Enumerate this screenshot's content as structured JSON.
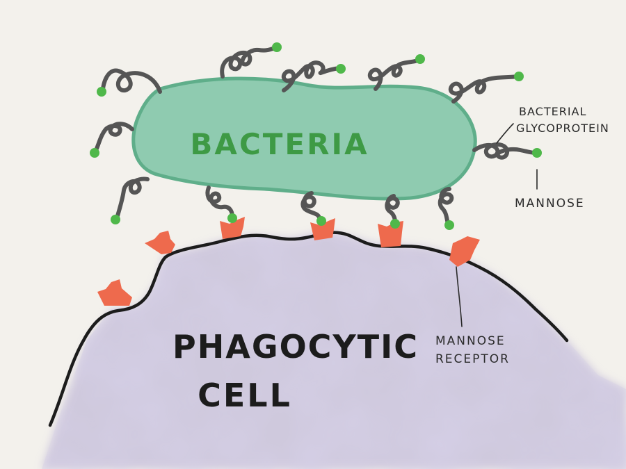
{
  "labels": {
    "bacteria": "BACTERIA",
    "phagocytic_line1": "PHAGOCYTIC",
    "phagocytic_line2": "CELL",
    "glycoprotein_line1": "BACTERIAL",
    "glycoprotein_line2": "GLYCOPROTEIN",
    "mannose": "MANNOSE",
    "receptor_line1": "MANNOSE",
    "receptor_line2": "RECEPTOR"
  },
  "colors": {
    "background": "#f3f1ec",
    "bacteria_fill": "#8fcbb0",
    "bacteria_outline": "#5fae8a",
    "bacteria_text": "#3e9a45",
    "glycoprotein": "#555555",
    "mannose": "#4fb84a",
    "receptor": "#ee6a4d",
    "cell_fill": "#a99ec8",
    "cell_outline": "#1c1c1c",
    "ink": "#2a2a2a"
  }
}
